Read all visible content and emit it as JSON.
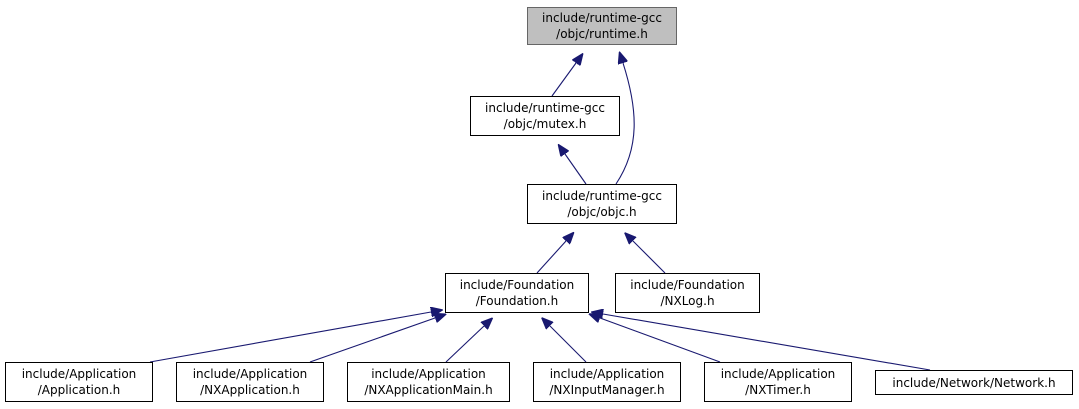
{
  "nodes": {
    "runtime_h": [
      "include/runtime-gcc",
      "/objc/runtime.h"
    ],
    "mutex_h": [
      "include/runtime-gcc",
      "/objc/mutex.h"
    ],
    "objc_h": [
      "include/runtime-gcc",
      "/objc/objc.h"
    ],
    "foundation_h": [
      "include/Foundation",
      "/Foundation.h"
    ],
    "nxlog_h": [
      "include/Foundation",
      "/NXLog.h"
    ],
    "application_h": [
      "include/Application",
      "/Application.h"
    ],
    "nxapplication_h": [
      "include/Application",
      "/NXApplication.h"
    ],
    "nxapplicationmain_h": [
      "include/Application",
      "/NXApplicationMain.h"
    ],
    "nxinputmanager_h": [
      "include/Application",
      "/NXInputManager.h"
    ],
    "nxtimer_h": [
      "include/Application",
      "/NXTimer.h"
    ],
    "network_h": [
      "include/Network/Network.h"
    ]
  },
  "colors": {
    "edge": "#191970",
    "root_fill": "#bfbfbf",
    "node_border": "#000000"
  }
}
